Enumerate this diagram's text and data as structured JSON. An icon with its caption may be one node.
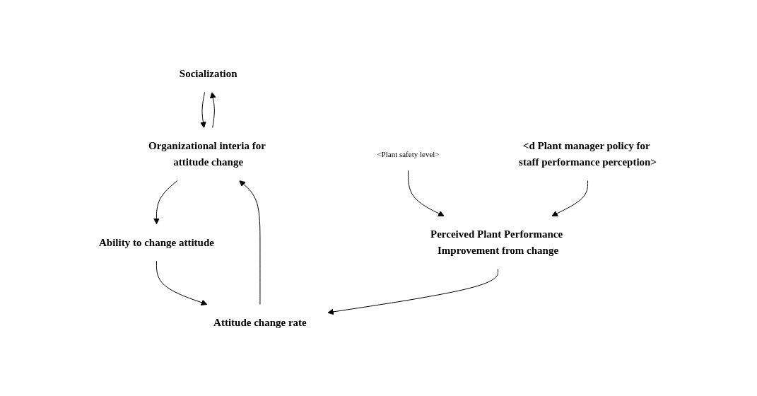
{
  "diagram": {
    "nodes": [
      {
        "text": [
          "Socialization"
        ]
      },
      {
        "text": [
          "Organizational interia for attitude change"
        ]
      },
      {
        "text": [
          "Ability to change attitude"
        ]
      },
      {
        "text": [
          "Attitude change rate"
        ]
      },
      {
        "text": [
          "Perceived Plant Performance Improvement from change"
        ]
      },
      {
        "text": [
          "<Plant safety level>"
        ]
      },
      {
        "text": [
          "<d Plant manager policy for staff performance perception>"
        ]
      }
    ],
    "edges": [
      {
        "from": 1,
        "to": 0,
        "arrow": "to"
      },
      {
        "from": 0,
        "to": 1,
        "arrow": "to"
      },
      {
        "from": 1,
        "to": 2,
        "arrow": "to"
      },
      {
        "from": 2,
        "to": 3,
        "arrow": "to"
      },
      {
        "from": 3,
        "to": 1,
        "arrow": "to"
      },
      {
        "from": 4,
        "to": 3,
        "arrow": "to"
      },
      {
        "from": 5,
        "to": 4,
        "arrow": "to"
      },
      {
        "from": 6,
        "to": 4,
        "arrow": "to"
      }
    ]
  }
}
